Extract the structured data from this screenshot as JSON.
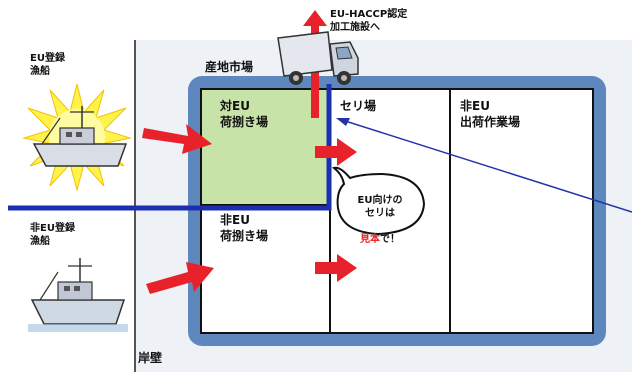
{
  "labels": {
    "eu_vessel": "EU登録\n漁船",
    "non_eu_vessel": "非EU登録\n漁船",
    "market": "産地市場",
    "eu_landing": "対EU\n荷捌き場",
    "auction": "セリ場",
    "non_eu_shipping": "非EU\n出荷作業場",
    "non_eu_landing": "非EU\n荷捌き場",
    "bubble_line1": "EU向けの\nセリは",
    "bubble_emph": "見本",
    "bubble_tail": "で！",
    "wharf": "岸壁",
    "export": "EU-HACCP認定\n加工施設へ"
  },
  "colors": {
    "arrow": "#e8222a",
    "building": "#5e88bd",
    "green_area": "#c8e3a8",
    "boundary_line": "#1b2fb0",
    "pointer_line": "#2233aa",
    "emphasis": "#e8222a"
  },
  "icons": [
    "fishing-boat-icon",
    "truck-icon",
    "arrow-icon",
    "speech-bubble-icon",
    "starburst-icon"
  ]
}
